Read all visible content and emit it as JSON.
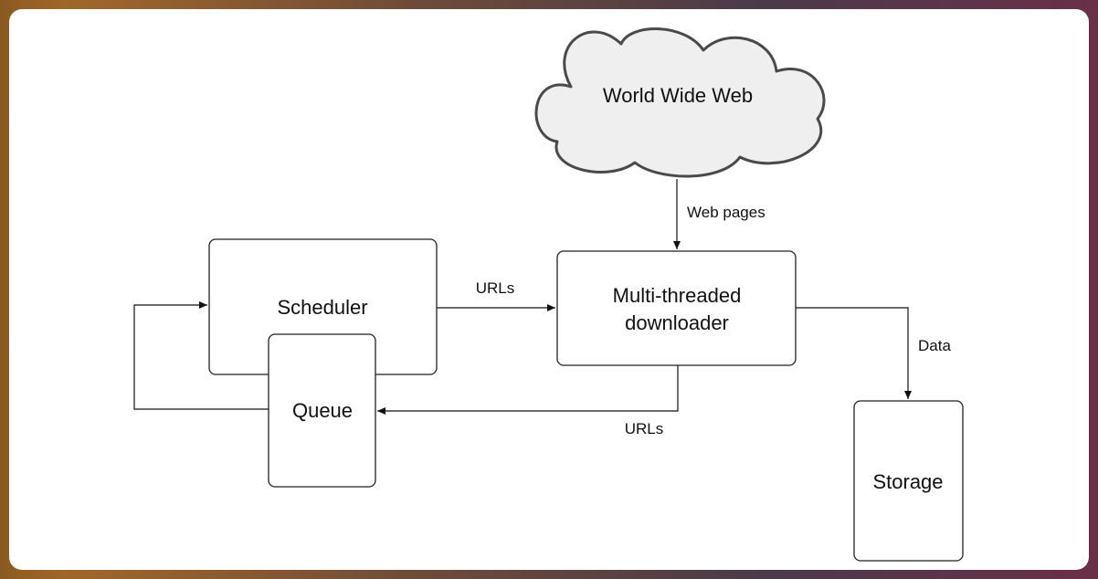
{
  "diagram": {
    "nodes": {
      "web": "World Wide Web",
      "scheduler": "Scheduler",
      "queue": "Queue",
      "downloader_line1": "Multi-threaded",
      "downloader_line2": "downloader",
      "storage": "Storage"
    },
    "edges": {
      "web_to_downloader": "Web pages",
      "scheduler_to_downloader": "URLs",
      "downloader_to_queue": "URLs",
      "downloader_to_storage": "Data"
    }
  }
}
